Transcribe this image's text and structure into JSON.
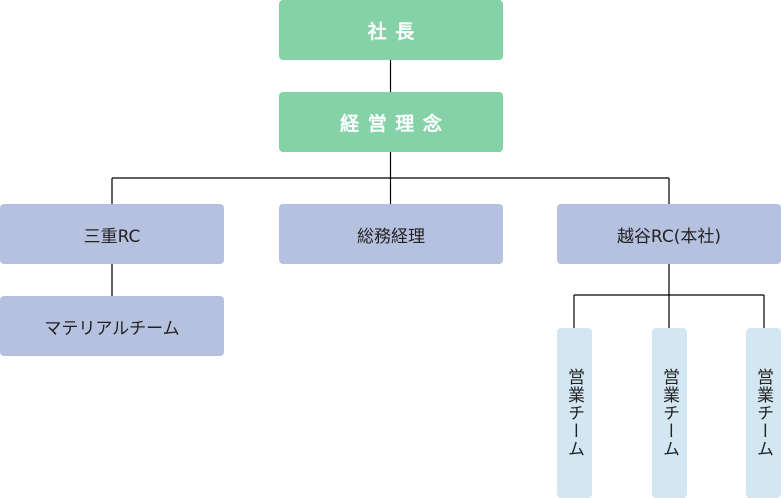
{
  "top": {
    "label": "社長"
  },
  "philosophy": {
    "label": "経営理念"
  },
  "branches": {
    "mie": {
      "label": "三重RC",
      "child": "マテリアルチーム"
    },
    "general": {
      "label": "総務経理"
    },
    "koshigaya": {
      "label": "越谷RC(本社)",
      "teams": [
        "営業チーム",
        "営業チーム",
        "営業チーム"
      ]
    }
  },
  "colors": {
    "top_box": "#86d2a8",
    "branch_box": "#b6c0df",
    "team_box": "#d3e7f3",
    "line": "#000000"
  }
}
